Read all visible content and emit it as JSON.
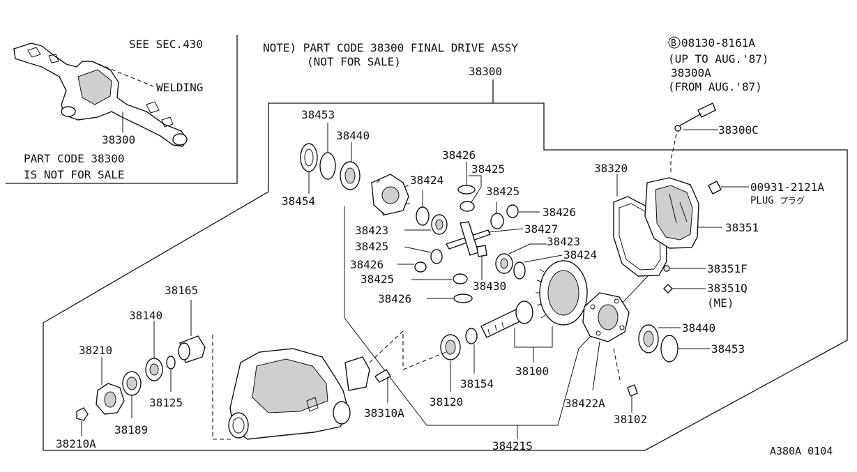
{
  "notes": {
    "main_line1": "NOTE) PART CODE 38300 FINAL DRIVE ASSY",
    "main_line2": "(NOT FOR SALE)",
    "inset_see": "SEE SEC.430",
    "inset_welding": "WELDING",
    "inset_part": "38300",
    "inset_pc1": "PART CODE 38300",
    "inset_pc2": "IS NOT FOR SALE",
    "b_symbol": "B",
    "b_code": "08130-8161A",
    "b_upto": "(UP TO AUG.'87)",
    "b_alt": "38300A",
    "b_from": "(FROM AUG.'87)",
    "plug_label": "PLUG",
    "plug_jp": "プラグ",
    "me": "(ME)",
    "diagram_id": "A380A 0104"
  },
  "callouts": {
    "c38300": "38300",
    "c38453a": "38453",
    "c38440a": "38440",
    "c38454": "38454",
    "c38426a": "38426",
    "c38425a": "38425",
    "c38424a": "38424",
    "c38425b": "38425",
    "c38426b": "38426",
    "c38423a": "38423",
    "c38427": "38427",
    "c38425c": "38425",
    "c38423b": "38423",
    "c38426c": "38426",
    "c38424b": "38424",
    "c38425d": "38425",
    "c38430": "38430",
    "c38426d": "38426",
    "c38320": "38320",
    "c38300c": "38300C",
    "c00931": "00931-2121A",
    "c38351": "38351",
    "c38351f": "38351F",
    "c38351q": "38351Q",
    "c38165": "38165",
    "c38140": "38140",
    "c38210": "38210",
    "c38125": "38125",
    "c38189": "38189",
    "c38210a": "38210A",
    "c38310a": "38310A",
    "c38120": "38120",
    "c38154": "38154",
    "c38100": "38100",
    "c38440b": "38440",
    "c38453b": "38453",
    "c38422a": "38422A",
    "c38102": "38102",
    "c38421s": "38421S"
  }
}
